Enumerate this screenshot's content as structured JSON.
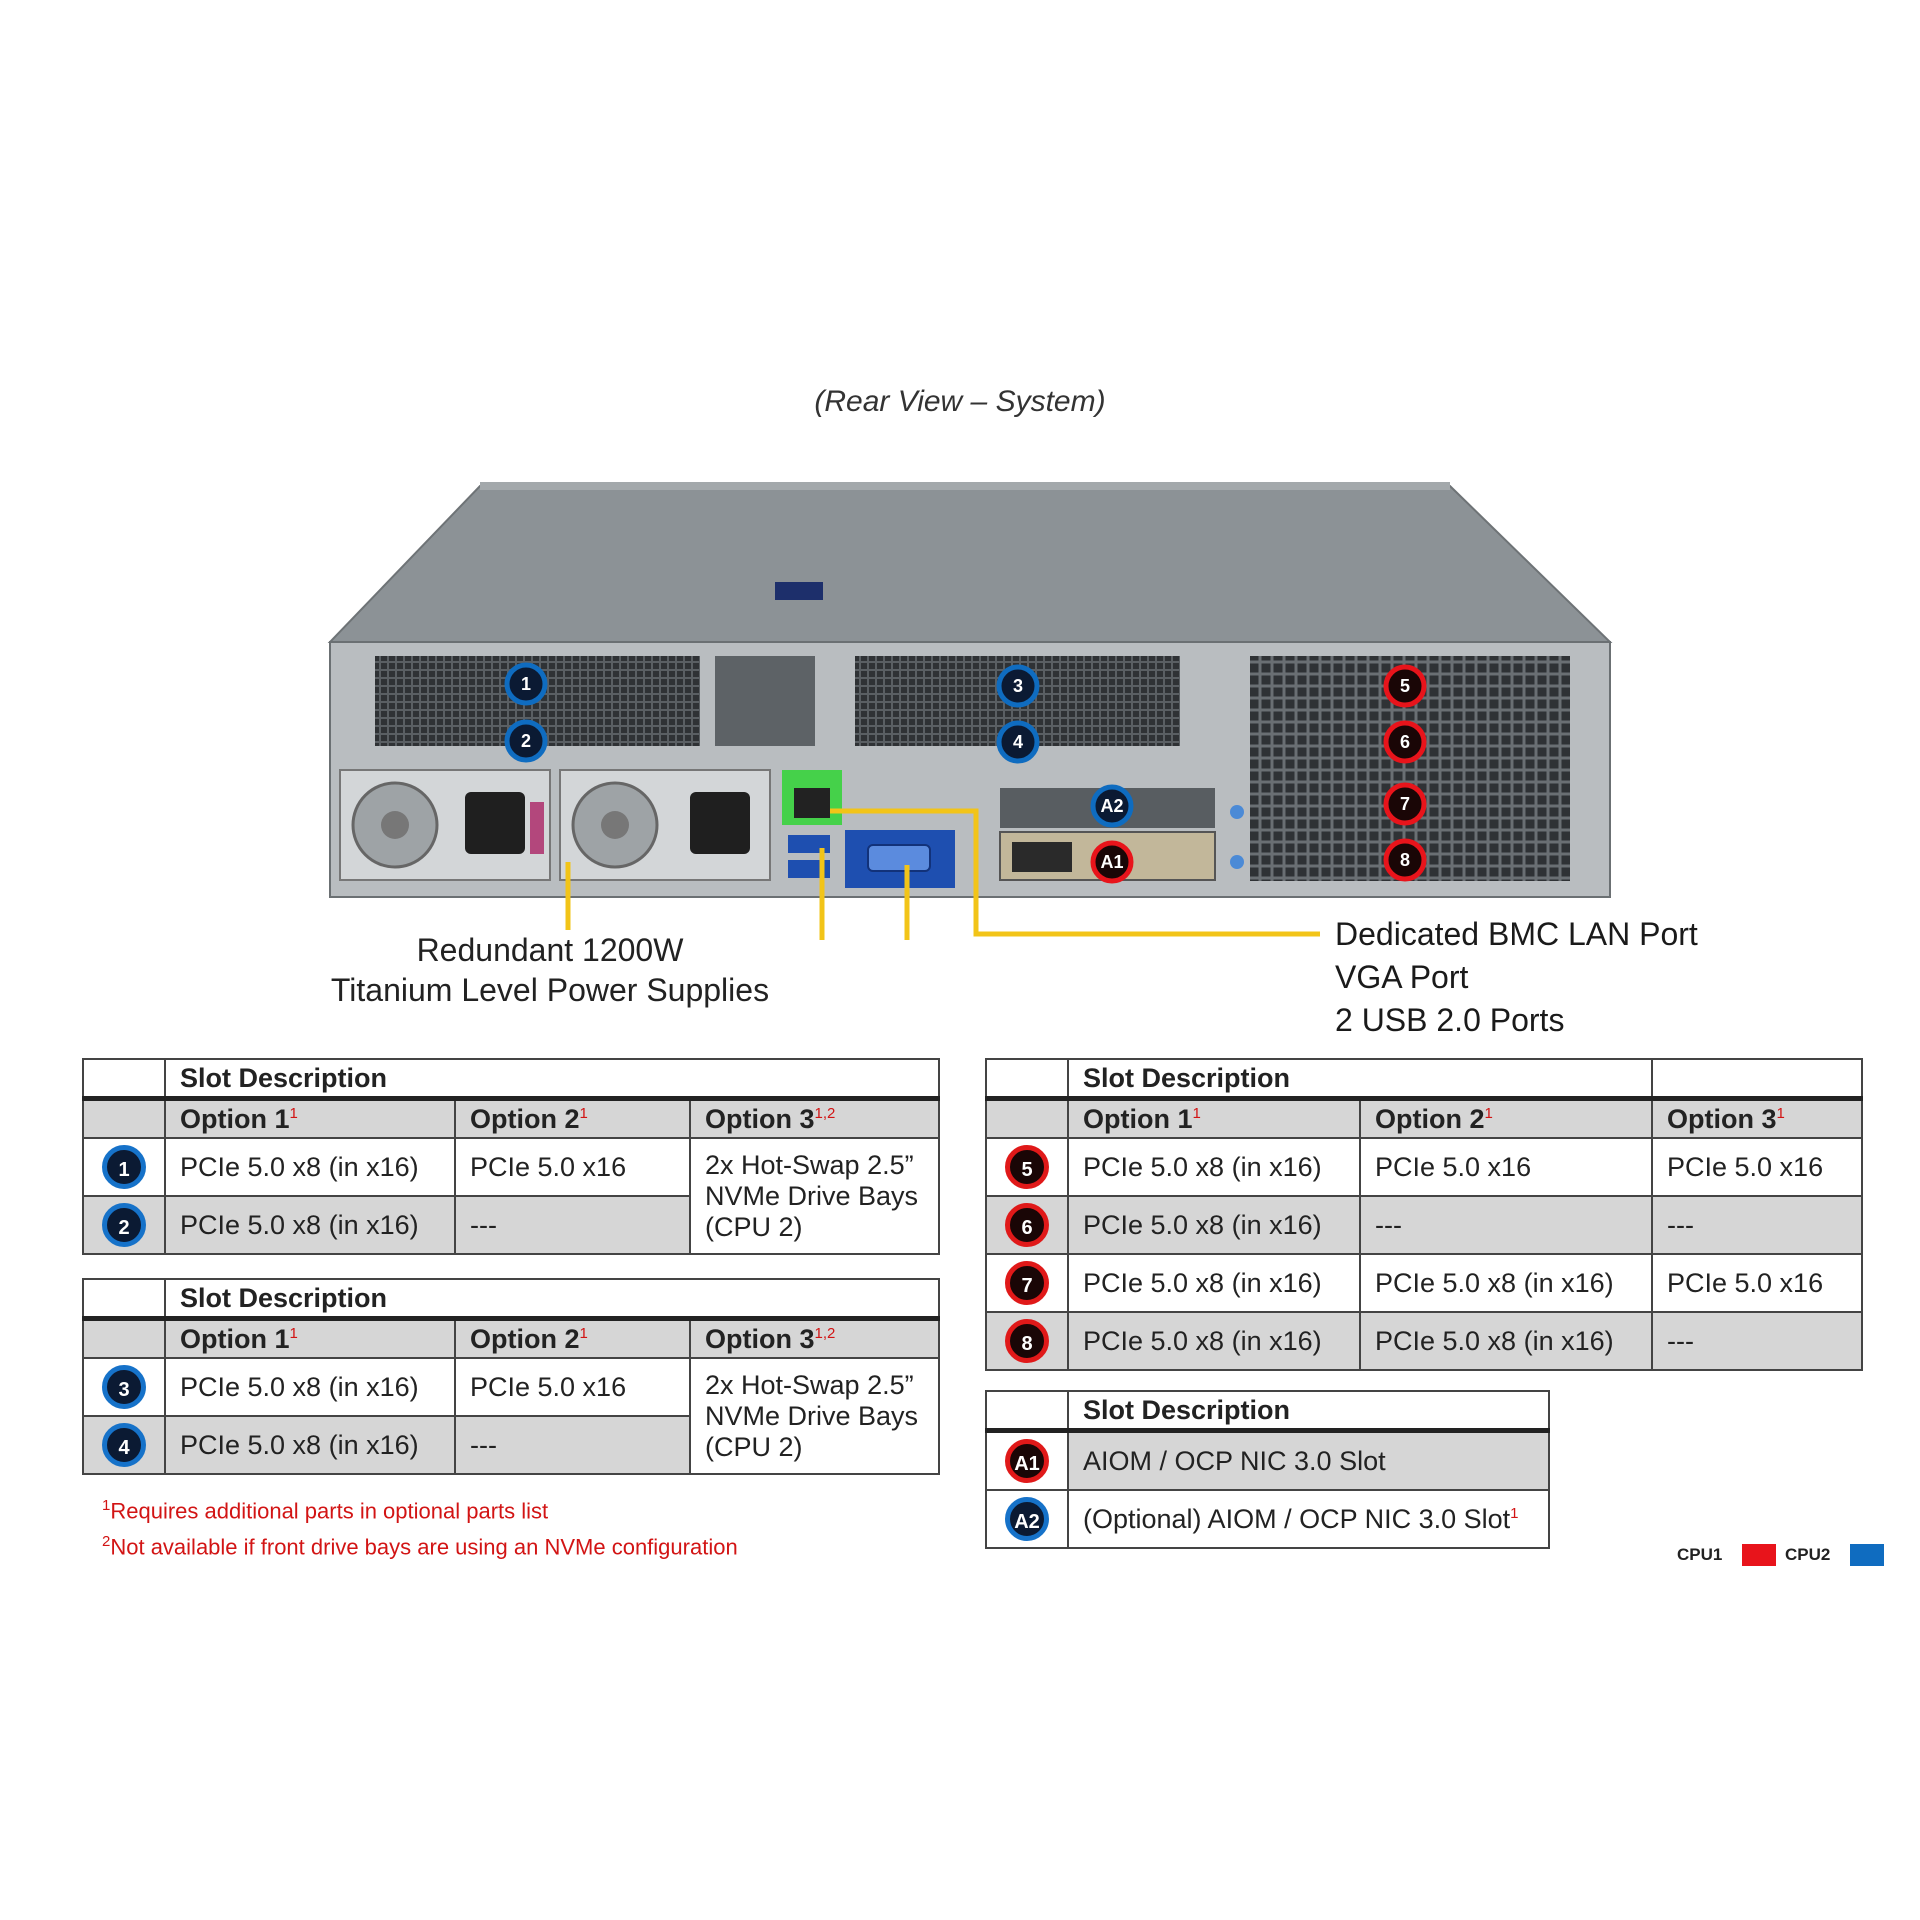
{
  "title": "(Rear View – System)",
  "colors": {
    "cpu1": "#e8141b",
    "cpu2": "#0f6cc0",
    "callout_line": "#f2c418",
    "footnote": "#d21414"
  },
  "chassis_badges": [
    "1",
    "2",
    "3",
    "4",
    "5",
    "6",
    "7",
    "8",
    "A1",
    "A2"
  ],
  "callouts": {
    "psu_line1": "Redundant  1200W",
    "psu_line2": "Titanium  Level Power Supplies",
    "bmc": "Dedicated BMC LAN Port",
    "vga": "VGA Port",
    "usb": "2 USB 2.0 Ports"
  },
  "tables": {
    "left_top": {
      "title": "Slot Description",
      "headers": [
        "Option 1",
        "Option 2",
        "Option 3"
      ],
      "header_sups": [
        "1",
        "1",
        "1,2"
      ],
      "rows": [
        {
          "badge": "1",
          "opt1": "PCIe 5.0 x8 (in x16)",
          "opt2": "PCIe 5.0 x16"
        },
        {
          "badge": "2",
          "opt1": "PCIe 5.0 x8 (in x16)",
          "opt2": "---"
        }
      ],
      "opt3_lines": [
        "2x Hot-Swap  2.5”",
        "NVMe  Drive  Bays",
        "(CPU 2)"
      ]
    },
    "left_bottom": {
      "title": "Slot Description",
      "headers": [
        "Option 1",
        "Option 2",
        "Option 3"
      ],
      "header_sups": [
        "1",
        "1",
        "1,2"
      ],
      "rows": [
        {
          "badge": "3",
          "opt1": "PCIe 5.0 x8 (in x16)",
          "opt2": "PCIe 5.0 x16"
        },
        {
          "badge": "4",
          "opt1": "PCIe 5.0 x8 (in x16)",
          "opt2": "---"
        }
      ],
      "opt3_lines": [
        "2x Hot-Swap  2.5”",
        "NVMe  Drive  Bays",
        "(CPU 2)"
      ]
    },
    "right_top": {
      "title": "Slot Description",
      "headers": [
        "Option 1",
        "Option 2",
        "Option 3"
      ],
      "header_sups": [
        "1",
        "1",
        "1"
      ],
      "rows": [
        {
          "badge": "5",
          "opt1": "PCIe 5.0 x8 (in x16)",
          "opt2": "PCIe 5.0 x16",
          "opt3": "PCIe 5.0 x16"
        },
        {
          "badge": "6",
          "opt1": "PCIe 5.0 x8 (in x16)",
          "opt2": "---",
          "opt3": "---"
        },
        {
          "badge": "7",
          "opt1": "PCIe 5.0 x8 (in x16)",
          "opt2": "PCIe 5.0 x8 (in x16)",
          "opt3": "PCIe 5.0 x16"
        },
        {
          "badge": "8",
          "opt1": "PCIe 5.0 x8 (in x16)",
          "opt2": "PCIe 5.0 x8 (in x16)",
          "opt3": "---"
        }
      ]
    },
    "right_bottom": {
      "title": "Slot Description",
      "rows": [
        {
          "badge": "A1",
          "text": "AIOM  / OCP NIC  3.0 Slot",
          "sup": ""
        },
        {
          "badge": "A2",
          "text": "(Optional)  AIOM  / OCP NIC  3.0 Slot",
          "sup": "1"
        }
      ]
    }
  },
  "footnotes": {
    "n1_sup": "1",
    "n1": "Requires additional parts in optional parts list",
    "n2_sup": "2",
    "n2": "Not available if front drive bays are using an NVMe  configuration"
  },
  "legend": {
    "cpu1": "CPU1",
    "cpu2": "CPU2"
  }
}
